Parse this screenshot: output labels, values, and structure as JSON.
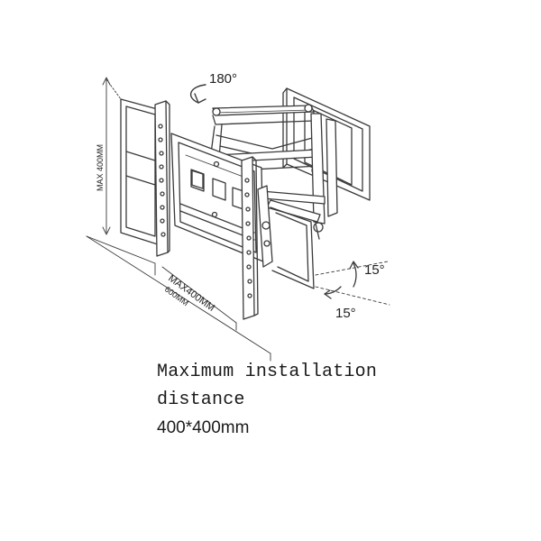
{
  "diagram": {
    "labels": {
      "rotation": "180°",
      "height_dim": "MAX 400MM",
      "width_dim_max": "MAX400MM",
      "width_dim_total": "600MM",
      "tilt_up": "15°",
      "tilt_down": "15°"
    },
    "icons": [
      "tv-wall-mount-bracket-icon",
      "rotation-arrow-icon",
      "tilt-arrow-icon"
    ]
  },
  "caption": {
    "line1": "Maximum installation",
    "line2": "distance",
    "line3": "400*400mm"
  }
}
